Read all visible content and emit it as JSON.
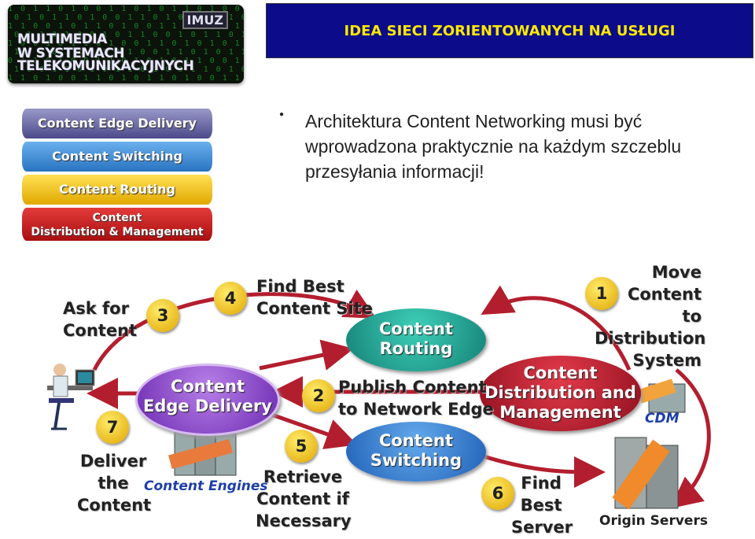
{
  "logo": {
    "imuz": "IMUZ",
    "line1": "MULTIMEDIA",
    "line2": "W SYSTEMACH",
    "line3": "TELEKOMUNIKACYJNYCH"
  },
  "header": {
    "title": "IDEA SIECI ZORIENTOWANYCH NA USŁUGI"
  },
  "bullet": {
    "text": "Architektura Content Networking musi być wprowadzona praktycznie na każdym szczeblu przesyłania informacji!"
  },
  "layers": {
    "layer1": "Content Edge Delivery",
    "layer2": "Content Switching",
    "layer3": "Content Routing",
    "layer4_line1": "Content",
    "layer4_line2": "Distribution & Management"
  },
  "diagram": {
    "ovals": {
      "routing_l1": "Content",
      "routing_l2": "Routing",
      "edge_l1": "Content",
      "edge_l2": "Edge Delivery",
      "dist_l1": "Content",
      "dist_l2": "Distribution and",
      "dist_l3": "Management",
      "switch_l1": "Content",
      "switch_l2": "Switching"
    },
    "steps": {
      "n1": "1",
      "n2": "2",
      "n3": "3",
      "n4": "4",
      "n5": "5",
      "n6": "6",
      "n7": "7",
      "s1_l1": "Move",
      "s1_l2": "Content",
      "s1_l3": "to",
      "s1_l4": "Distribution",
      "s1_l5": "System",
      "s2_l1": "Publish Content",
      "s2_l2": "to Network Edge",
      "s3_l1": "Ask for",
      "s3_l2": "Content",
      "s4_l1": "Find Best",
      "s4_l2": "Content Site",
      "s5_l1": "Retrieve",
      "s5_l2": "Content if",
      "s5_l3": "Necessary",
      "s6_l1": "Find",
      "s6_l2": "Best",
      "s6_l3": "Server",
      "s7_l1": "Deliver",
      "s7_l2": "the",
      "s7_l3": "Content"
    },
    "labels": {
      "content_engines": "Content Engines",
      "cdm": "CDM",
      "origin_servers": "Origin Servers"
    }
  },
  "colors": {
    "title_bg": "#0c0c8a",
    "title_text": "#ffe800",
    "arrow": "#b31e2e"
  }
}
